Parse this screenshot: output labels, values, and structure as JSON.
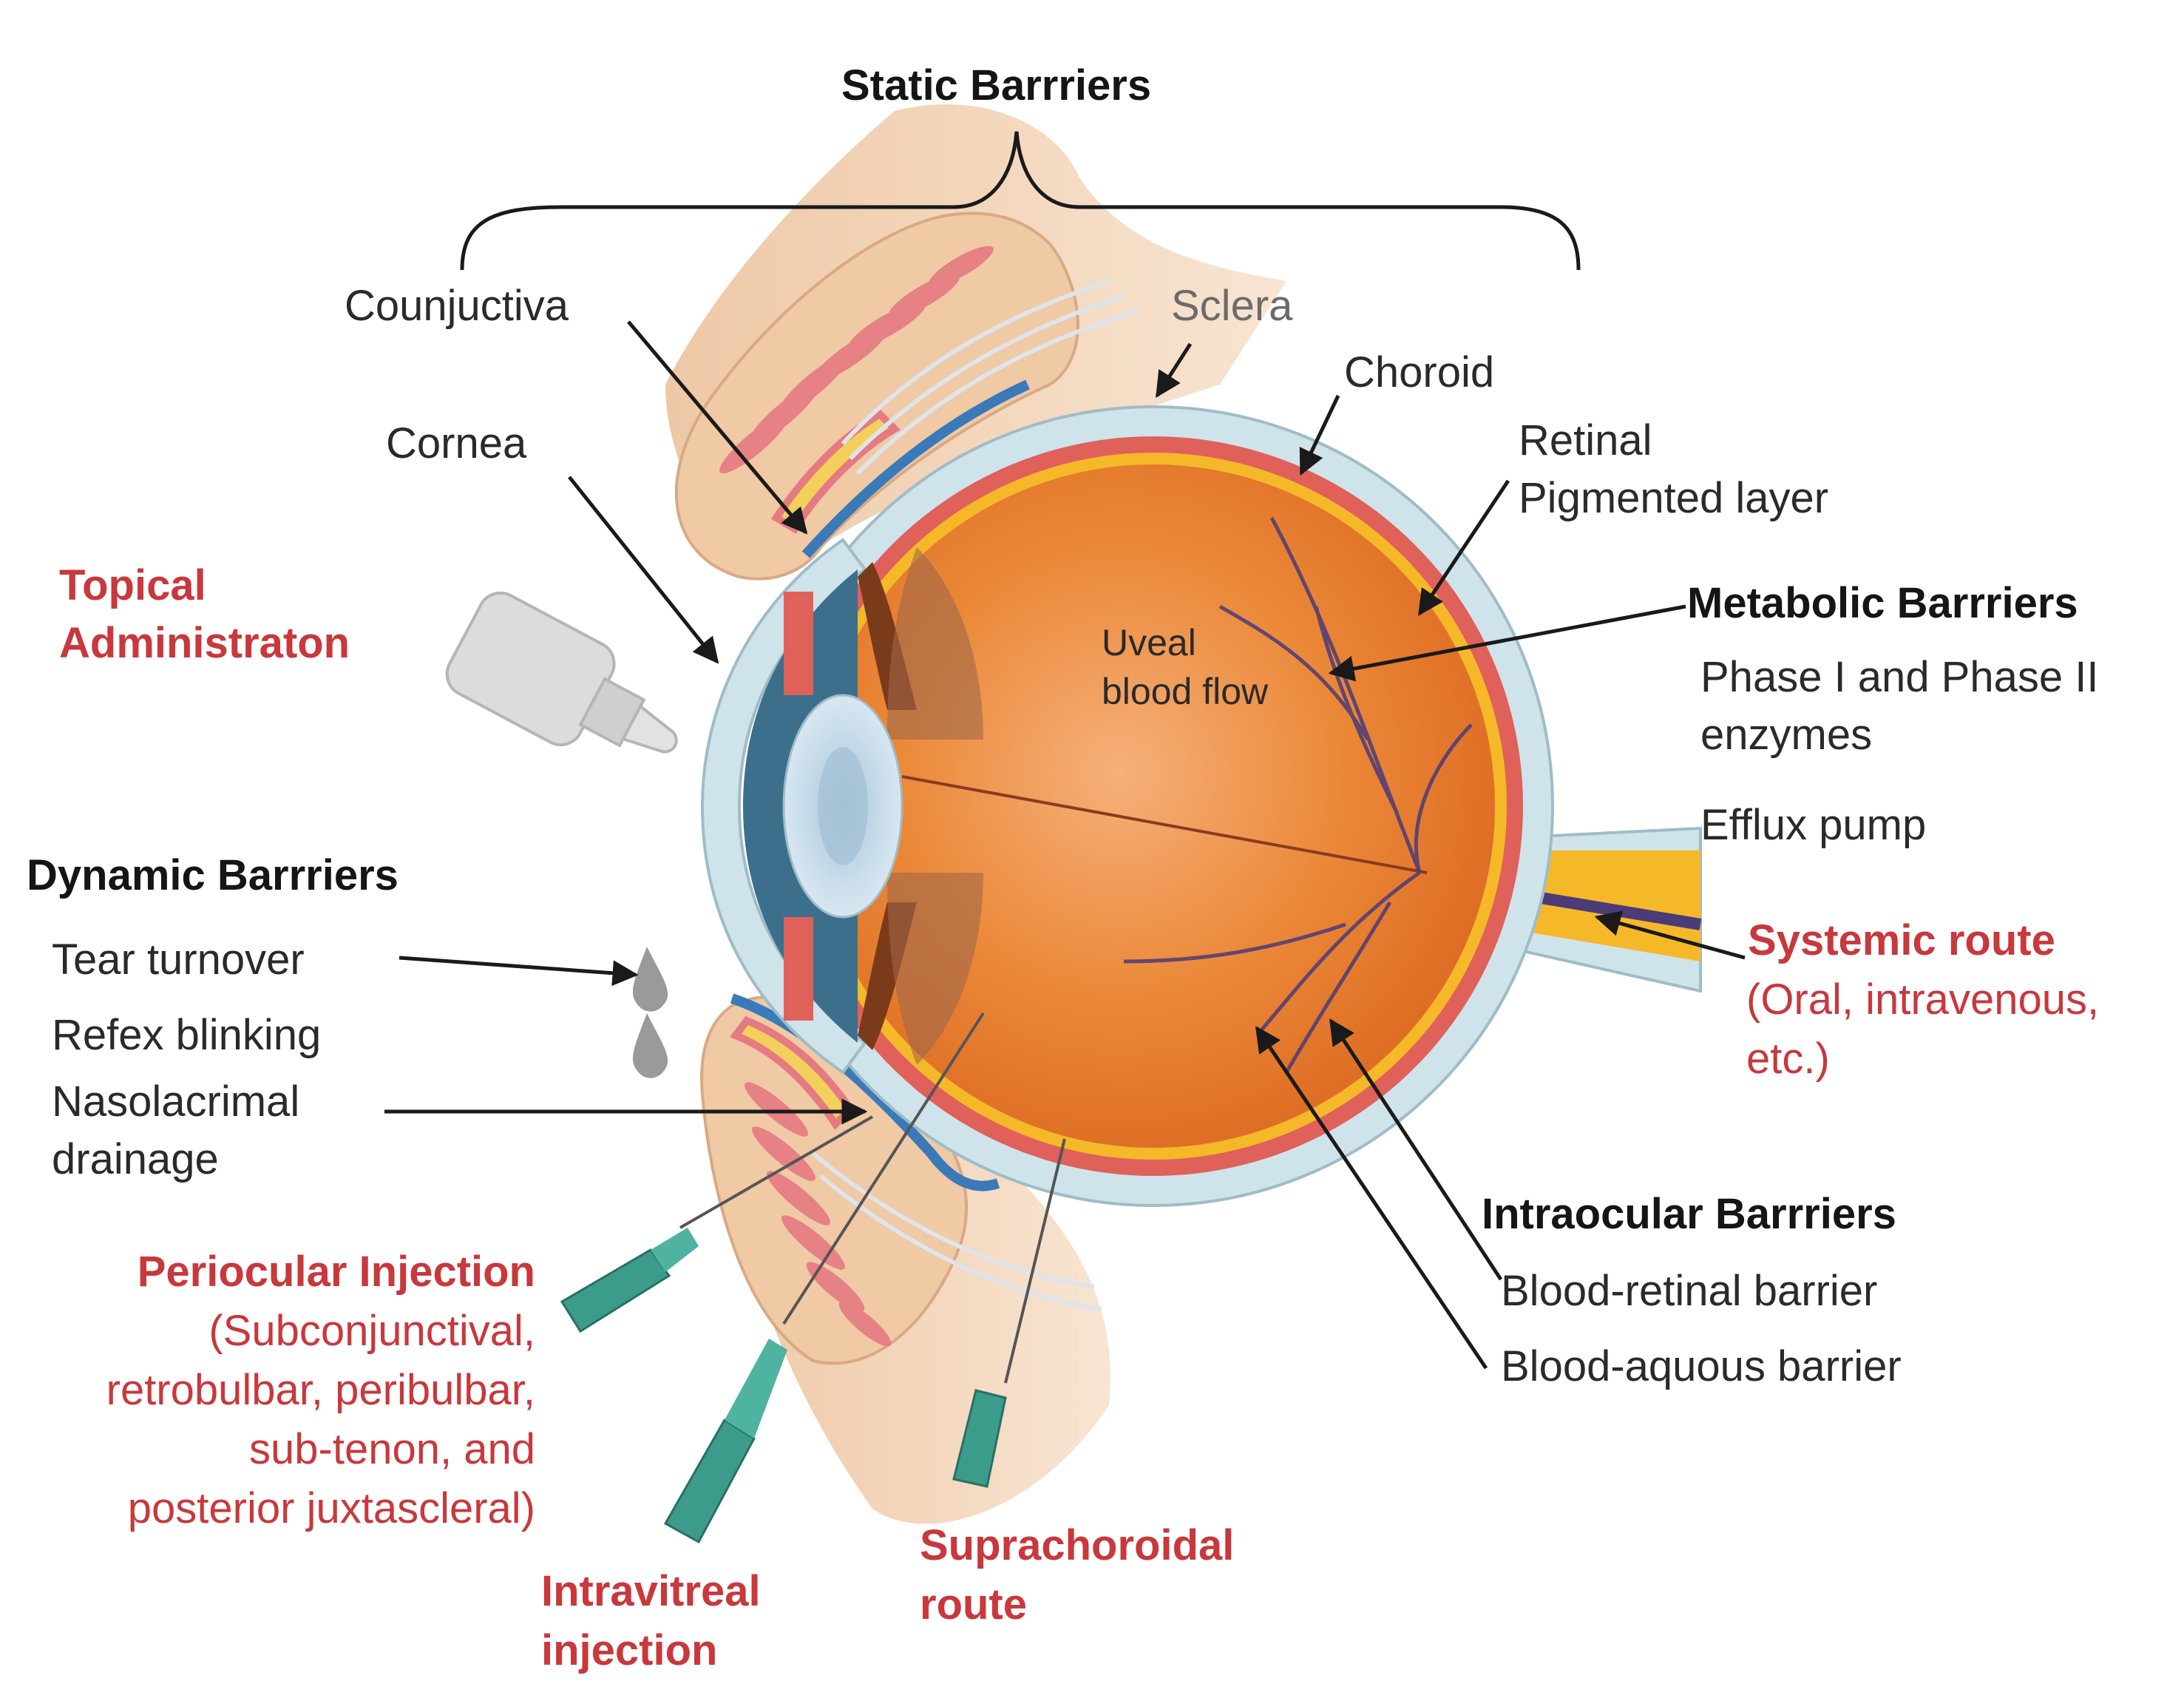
{
  "labels": {
    "static_barriers": "Static Barrriers",
    "counjuctiva": "Counjuctiva",
    "sclera": "Sclera",
    "choroid": "Choroid",
    "cornea": "Cornea",
    "retinal_line1": "Retinal",
    "retinal_line2": "Pigmented layer",
    "topical_line1": "Topical",
    "topical_line2": "Administraton",
    "metabolic_barriers": "Metabolic Barrriers",
    "uveal_line1": "Uveal",
    "uveal_line2": "blood flow",
    "phase_line1": "Phase I and Phase II",
    "phase_line2": "enzymes",
    "efflux_pump": "Efflux pump",
    "dynamic_barriers": "Dynamic Barrriers",
    "tear_turnover": "Tear turnover",
    "refex_blinking": "Refex blinking",
    "nasolacrimal_line1": "Nasolacrimal",
    "nasolacrimal_line2": "drainage",
    "systemic_route": "Systemic  route",
    "systemic_line2": "(Oral, intravenous,",
    "systemic_line3": "etc.)",
    "intraocular_barriers": "Intraocular Barrriers",
    "blood_retinal": "Blood-retinal barrier",
    "blood_aqueous": "Blood-aquous barrier",
    "periocular_title": "Periocular Injection",
    "periocular_line2": "(Subconjunctival,",
    "periocular_line3": "retrobulbar, peribulbar,",
    "periocular_line4": "sub-tenon, and",
    "periocular_line5": "posterior juxtascleral)",
    "suprachoroidal_line1": "Suprachoroidal",
    "suprachoroidal_line2": "route",
    "intravitreal_line1": "Intravitreal",
    "intravitreal_line2": "injection"
  },
  "colors": {
    "label_text": "#2a2a2a",
    "heading_text": "#151515",
    "route_text": "#c8383c",
    "skin": "#f2d3b5",
    "eyeball": "#e8782c",
    "sclera_outer": "#cfe3ea",
    "choroid_red": "#e0605a",
    "retina_yellow": "#f5b829",
    "cornea_blue": "#3c6f8c",
    "lens": "#bcd6e6",
    "iris_brown": "#7a3b1a",
    "vessel": "#4b3b78",
    "needle_teal": "#3c9c8c",
    "bottle": "#d9d9d9"
  }
}
